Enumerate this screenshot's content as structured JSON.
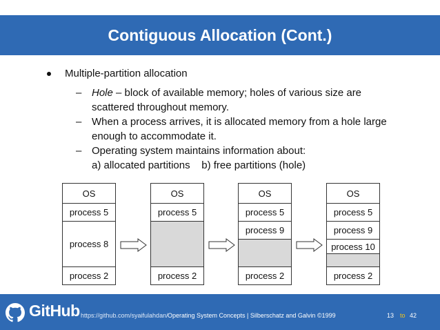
{
  "slide": {
    "title": "Contiguous Allocation (Cont.)",
    "bullet": "Multiple-partition allocation",
    "sub1_term": "Hole",
    "sub1_rest": " – block of available memory; holes of various size are scattered throughout memory.",
    "sub2": "When a process arrives, it is allocated memory from a hole large enough to accommodate it.",
    "sub3_line1": "Operating system maintains information about:",
    "sub3_line2": "a) allocated partitions    b) free partitions (hole)",
    "dash": "–"
  },
  "diagram": {
    "columns": [
      {
        "cells": [
          "OS",
          "process 5",
          "process 8",
          "process 2"
        ]
      },
      {
        "cells": [
          "OS",
          "process 5",
          "",
          "process 2"
        ]
      },
      {
        "cells": [
          "OS",
          "process 5",
          "process 9",
          "",
          "process 2"
        ]
      },
      {
        "cells": [
          "OS",
          "process 5",
          "process 9",
          "process 10",
          "",
          "process 2"
        ]
      }
    ],
    "hole_color": "#d9d9d9"
  },
  "footer": {
    "brand": "GitHub",
    "url": "https://github.com/syaifulahdan/",
    "reference": "Operating System Concepts | Silberschatz and Galvin ©1999",
    "page": "13",
    "to": "to",
    "total": "42",
    "bar_color": "#2f6ab4"
  }
}
